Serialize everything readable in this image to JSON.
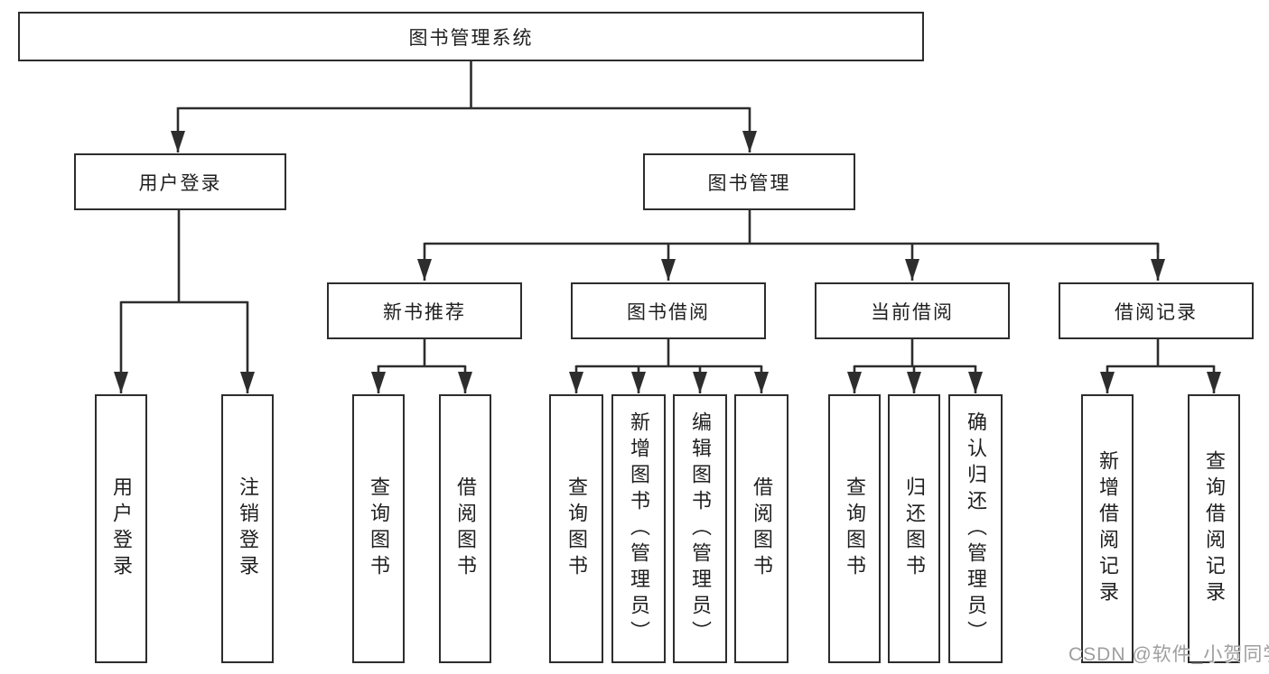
{
  "diagram": {
    "root": "图书管理系统",
    "level2": [
      "用户登录",
      "图书管理"
    ],
    "level3": [
      "新书推荐",
      "图书借阅",
      "当前借阅",
      "借阅记录"
    ],
    "leaves": {
      "user_login": [
        "用户登录",
        "注销登录"
      ],
      "new_book_recommend": [
        "查询图书",
        "借阅图书"
      ],
      "book_borrow": [
        "查询图书",
        "新增图书（管理员）",
        "编辑图书（管理员）",
        "借阅图书"
      ],
      "current_borrow": [
        "查询图书",
        "归还图书",
        "确认归还（管理员）"
      ],
      "borrow_records": [
        "新增借阅记录",
        "查询借阅记录"
      ]
    }
  },
  "watermark": {
    "text": "CSDN @软件_小贺同学"
  },
  "colors": {
    "line": "#2d2d2d",
    "text": "#1f1f1f",
    "box_background": "#ffffff",
    "watermark": "#9e9e9e",
    "background": "#ffffff"
  }
}
